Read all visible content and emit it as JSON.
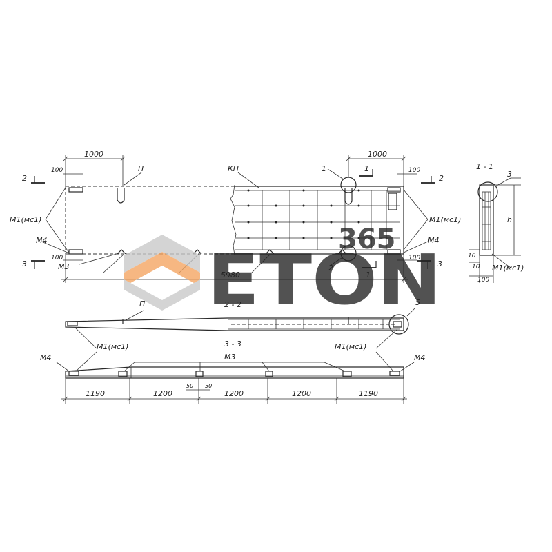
{
  "labels": {
    "dim_1000": "1000",
    "dim_100": "100",
    "dim_5980": "5980",
    "dim_1190": "1190",
    "dim_1200": "1200",
    "dim_50": "50",
    "dim_10": "10",
    "mark_P": "П",
    "mark_KP": "КП",
    "mark_M1": "М1(мс1)",
    "mark_M3": "М3",
    "mark_M4": "М4",
    "mark_h": "h",
    "num_1": "1",
    "num_2": "2",
    "num_3": "3",
    "num_5": "5",
    "section_1_1": "1 - 1",
    "section_2_2": "2 - 2",
    "section_3_3": "3 - 3"
  },
  "watermark": {
    "text": "ETON",
    "number": "365",
    "gray_color": "#c9c9c9",
    "orange_color": "#f4a460"
  },
  "colors": {
    "line": "#2a2a2a",
    "background": "#ffffff"
  }
}
